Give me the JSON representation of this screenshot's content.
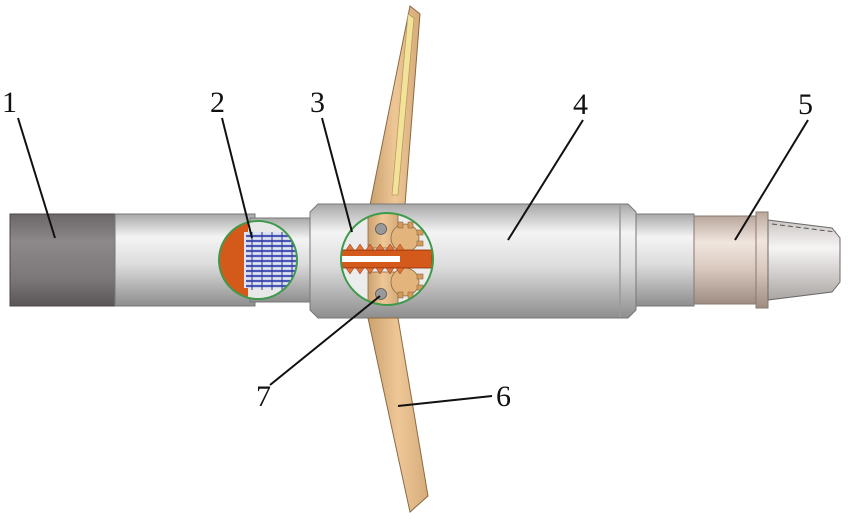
{
  "diagram": {
    "callouts": [
      {
        "id": "1",
        "label": "1"
      },
      {
        "id": "2",
        "label": "2"
      },
      {
        "id": "3",
        "label": "3"
      },
      {
        "id": "4",
        "label": "4"
      },
      {
        "id": "5",
        "label": "5"
      },
      {
        "id": "6",
        "label": "6"
      },
      {
        "id": "7",
        "label": "7"
      }
    ],
    "colors": {
      "background": "#ffffff",
      "end_cap": "#7e7a7b",
      "body": "#d4d4d4",
      "body_highlight": "#f4f4f4",
      "blade": "#e6ba8a",
      "blade_stripe": "#f2e29a",
      "spring_copper": "#d45a1c",
      "spring_coil": "#4a57b8",
      "cutaway_border": "#3e9a4a",
      "line": "#111111"
    }
  }
}
